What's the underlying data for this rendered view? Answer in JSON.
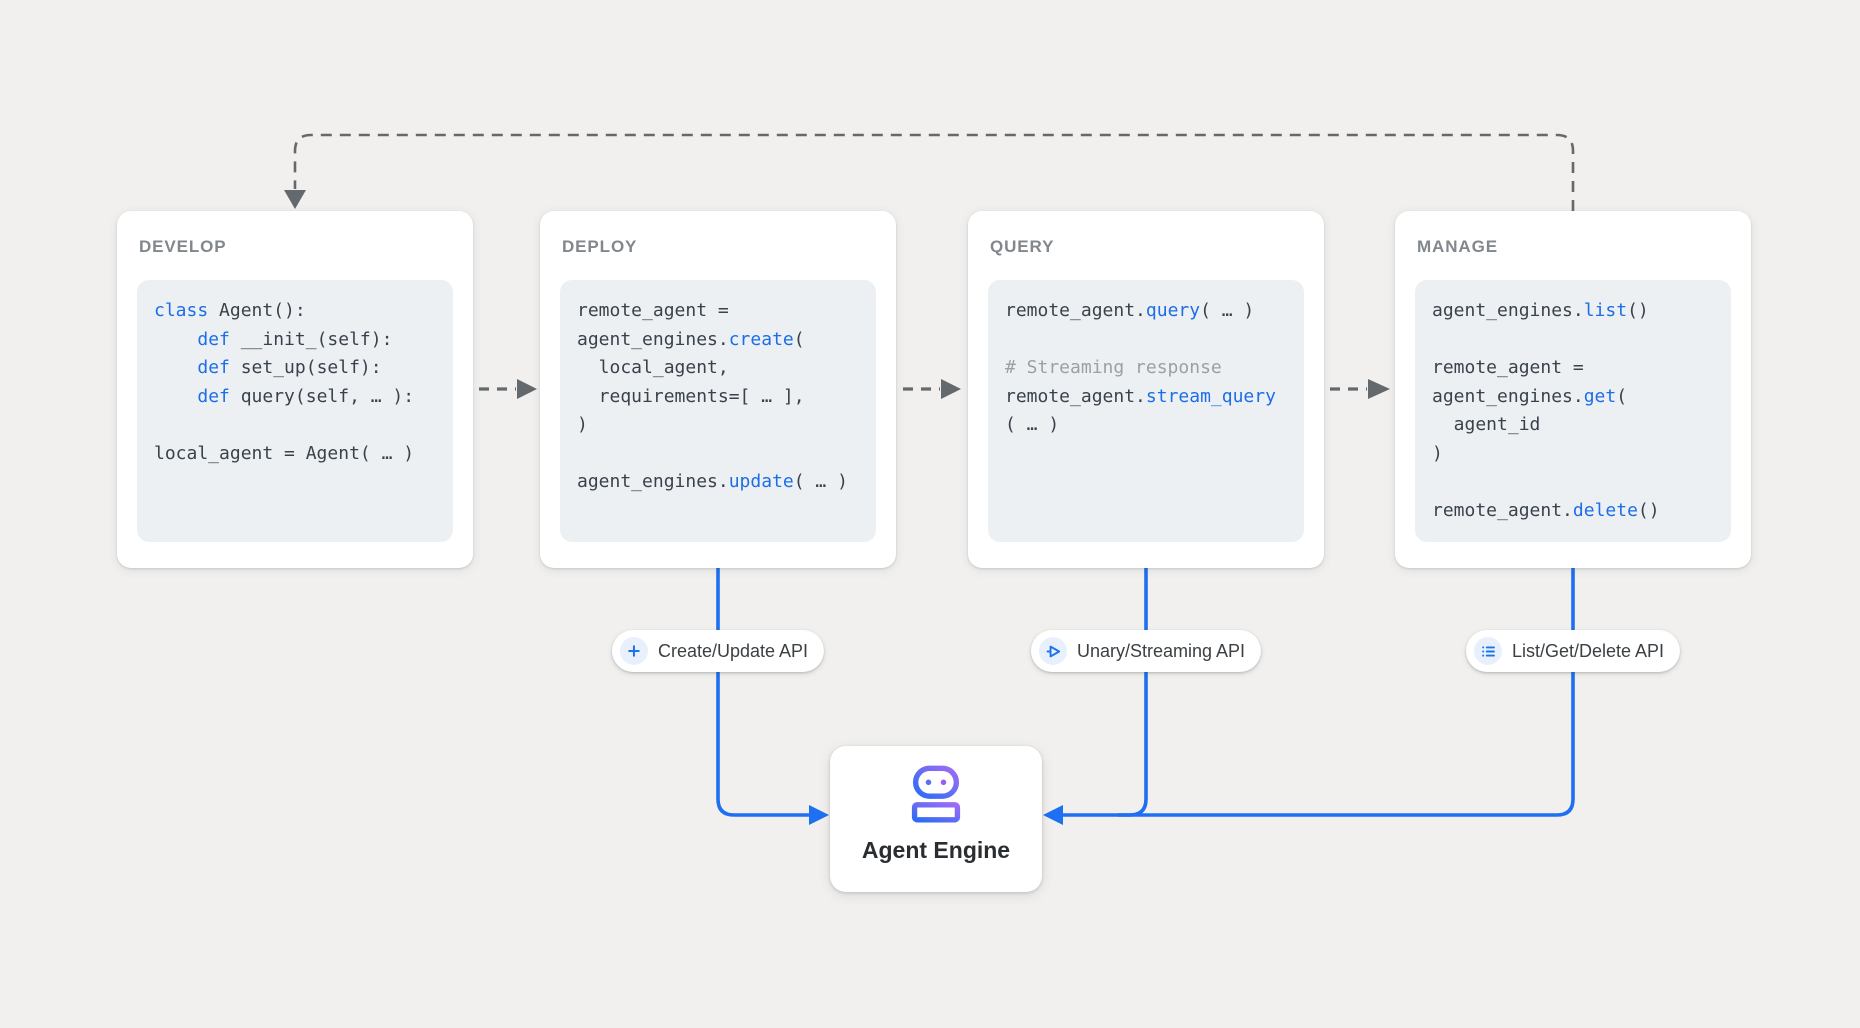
{
  "diagram": {
    "background_color": "#f1f0ee",
    "accent_blue": "#1f6ff2",
    "keyword_blue": "#1c6de8",
    "comment_gray": "#9aa0a6",
    "code_text_color": "#39424c",
    "dash_gray": "#64696e",
    "stage_title_color": "#81878d"
  },
  "stages": [
    {
      "id": "develop",
      "title": "DEVELOP",
      "code": [
        [
          {
            "t": "class",
            "k": "kw"
          },
          {
            "t": " Agent():",
            "k": "tx"
          }
        ],
        [
          {
            "t": "    ",
            "k": "tx"
          },
          {
            "t": "def",
            "k": "kw"
          },
          {
            "t": " __init_(self):",
            "k": "tx"
          }
        ],
        [
          {
            "t": "    ",
            "k": "tx"
          },
          {
            "t": "def",
            "k": "kw"
          },
          {
            "t": " set_up(self):",
            "k": "tx"
          }
        ],
        [
          {
            "t": "    ",
            "k": "tx"
          },
          {
            "t": "def",
            "k": "kw"
          },
          {
            "t": " query(self, … ):",
            "k": "tx"
          }
        ],
        [],
        [
          {
            "t": "local_agent = Agent( … )",
            "k": "tx"
          }
        ]
      ]
    },
    {
      "id": "deploy",
      "title": "DEPLOY",
      "code": [
        [
          {
            "t": "remote_agent =",
            "k": "tx"
          }
        ],
        [
          {
            "t": "agent_engines.",
            "k": "tx"
          },
          {
            "t": "create",
            "k": "kw"
          },
          {
            "t": "(",
            "k": "tx"
          }
        ],
        [
          {
            "t": "  local_agent,",
            "k": "tx"
          }
        ],
        [
          {
            "t": "  requirements=[ … ],",
            "k": "tx"
          }
        ],
        [
          {
            "t": ")",
            "k": "tx"
          }
        ],
        [],
        [
          {
            "t": "agent_engines.",
            "k": "tx"
          },
          {
            "t": "update",
            "k": "kw"
          },
          {
            "t": "( … )",
            "k": "tx"
          }
        ]
      ]
    },
    {
      "id": "query",
      "title": "QUERY",
      "code": [
        [
          {
            "t": "remote_agent.",
            "k": "tx"
          },
          {
            "t": "query",
            "k": "kw"
          },
          {
            "t": "( … )",
            "k": "tx"
          }
        ],
        [],
        [
          {
            "t": "# Streaming response",
            "k": "cm"
          }
        ],
        [
          {
            "t": "remote_agent.",
            "k": "tx"
          },
          {
            "t": "stream_query",
            "k": "kw"
          }
        ],
        [
          {
            "t": "( … )",
            "k": "tx"
          }
        ]
      ]
    },
    {
      "id": "manage",
      "title": "MANAGE",
      "code": [
        [
          {
            "t": "agent_engines.",
            "k": "tx"
          },
          {
            "t": "list",
            "k": "kw"
          },
          {
            "t": "()",
            "k": "tx"
          }
        ],
        [],
        [
          {
            "t": "remote_agent =",
            "k": "tx"
          }
        ],
        [
          {
            "t": "agent_engines.",
            "k": "tx"
          },
          {
            "t": "get",
            "k": "kw"
          },
          {
            "t": "(",
            "k": "tx"
          }
        ],
        [
          {
            "t": "  agent_id",
            "k": "tx"
          }
        ],
        [
          {
            "t": ")",
            "k": "tx"
          }
        ],
        [],
        [
          {
            "t": "remote_agent.",
            "k": "tx"
          },
          {
            "t": "delete",
            "k": "kw"
          },
          {
            "t": "()",
            "k": "tx"
          }
        ]
      ]
    }
  ],
  "api_pills": [
    {
      "id": "create-update",
      "icon": "plus-icon",
      "label": "Create/Update API"
    },
    {
      "id": "unary-streaming",
      "icon": "send-icon",
      "label": "Unary/Streaming API"
    },
    {
      "id": "list-get-delete",
      "icon": "list-icon",
      "label": "List/Get/Delete API"
    }
  ],
  "engine": {
    "icon": "robot-icon",
    "label": "Agent Engine"
  }
}
